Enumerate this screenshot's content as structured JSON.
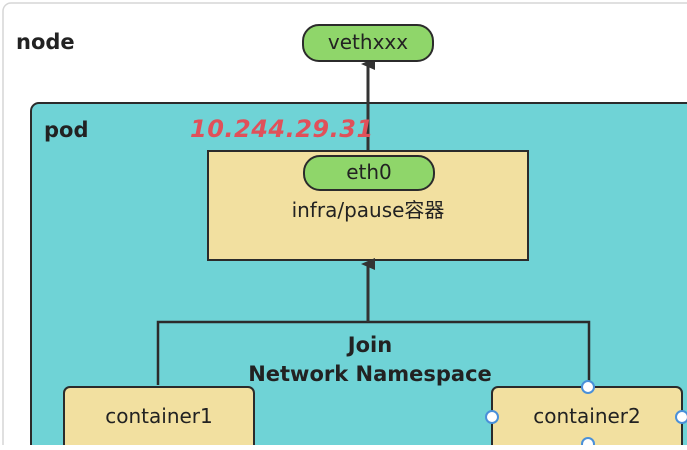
{
  "labels": {
    "node": "node",
    "pod": "pod",
    "ip": "10.244.29.31",
    "veth": "vethxxx",
    "eth0": "eth0",
    "infra": "infra/pause容器",
    "join_line1": "Join",
    "join_line2": "Network Namespace",
    "container1": "container1",
    "container2": "container2"
  },
  "colors": {
    "pod_fill": "#6fd3d6",
    "box_fill": "#f2e0a0",
    "pill_fill": "#8fd66a",
    "ip_text": "#e0505a",
    "stroke": "#2b2b2b",
    "selection_handle": "#4a90d9"
  }
}
